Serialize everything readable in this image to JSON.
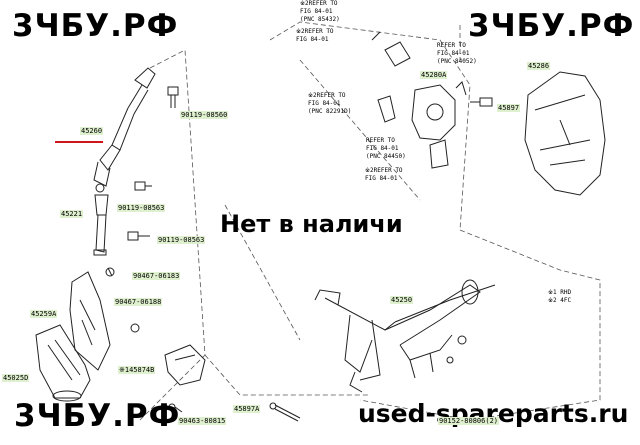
{
  "watermark": {
    "top_left": "3ЧБУ.РФ",
    "top_right": "3ЧБУ.РФ",
    "bottom_left": "3ЧБУ.РФ",
    "bottom_right": "used-spareparts.ru"
  },
  "stamp": "Нет в наличи",
  "parts": {
    "p45260": "45260",
    "p45221": "45221",
    "p45259A": "45259A",
    "p45025D": "45025D",
    "p90119_08560": "90119-08560",
    "p90119_08563": "90119-08563",
    "p90119_08563b": "90119-08563",
    "p90467_06183": "90467-06183",
    "p90467_06188": "90467-06188",
    "p145874B": "※145874B",
    "p90463_80815": "90463-80815",
    "p45897A": "45897A",
    "p90152": "90152-80806(2)",
    "p45250": "45250",
    "p45280A": "45280A",
    "p45897": "45897",
    "p45286": "45286"
  },
  "refs": {
    "r1": "※2REFER TO\nFIG 84-01\n(PNC 85432)",
    "r2": "※2REFER TO\nFIG 84-01",
    "r3": "REFER TO\nFIG 84-01\n(PNC 84052)",
    "r4": "※2REFER TO\nFIG 84-01\n(PNC 82291D)",
    "r5": "REFER TO\nFIG 84-01\n(PNC 84450)",
    "r6": "※2REFER TO\nFIG 84-01"
  },
  "legend": {
    "l1": "※1 RHD",
    "l2": "※2 4FC"
  }
}
